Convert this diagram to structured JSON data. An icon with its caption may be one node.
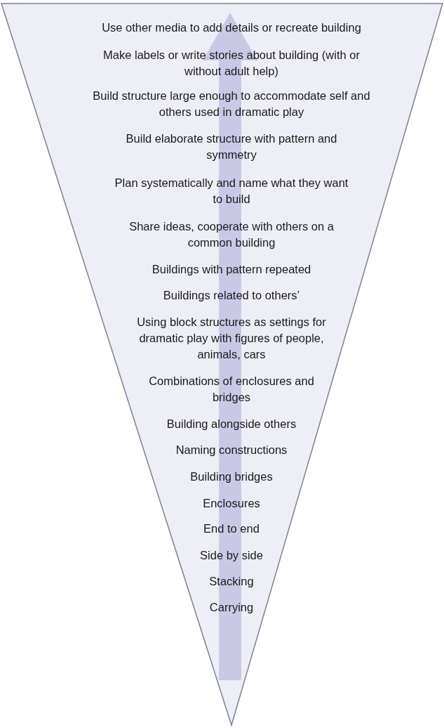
{
  "diagram": {
    "nodes": [
      {
        "text": [
          "Use other media to add details or recreate building",
          "Make labels or write stories about building (with or without adult help)",
          "Build structure large enough to accommodate self and others used in dramatic play",
          "Build elaborate structure with pattern and symmetry",
          "Plan systematically and name what they want to build",
          "Share ideas, cooperate with others on a common building",
          "Buildings with pattern repeated",
          "Buildings related to others’",
          "Using block structures as settings for dramatic play with figures of people, animals, cars",
          "Combinations of enclosures and bridges",
          "Building alongside others",
          "Naming constructions",
          "Building bridges",
          "Enclosures",
          "End to end",
          "Side by side",
          "Stacking",
          "Carrying"
        ]
      }
    ],
    "edges": []
  }
}
